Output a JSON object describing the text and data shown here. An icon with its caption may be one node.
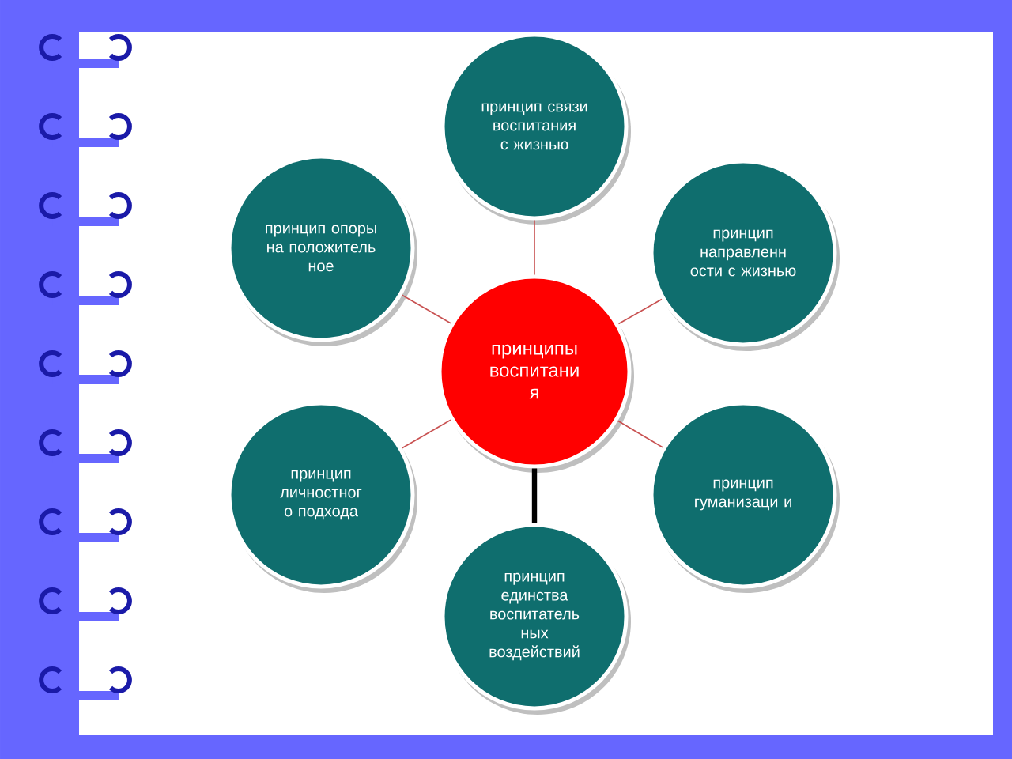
{
  "diagram": {
    "nodes": [
      {
        "text": [
          "принципы воспитани я"
        ]
      },
      {
        "text": [
          "принцип связи воспитания с жизнью"
        ]
      },
      {
        "text": [
          "принцип направленн ости с жизнью"
        ]
      },
      {
        "text": [
          "принцип гуманизаци и"
        ]
      },
      {
        "text": [
          "принцип единства воспитатель ных воздействий"
        ]
      },
      {
        "text": [
          "принцип личностног о подхода"
        ]
      },
      {
        "text": [
          "принцип опоры на положитель ное"
        ]
      }
    ],
    "edges": [
      {
        "from": 0,
        "to": 1,
        "arrow": "none"
      },
      {
        "from": 0,
        "to": 2,
        "arrow": "none"
      },
      {
        "from": 0,
        "to": 3,
        "arrow": "none"
      },
      {
        "from": 0,
        "to": 4,
        "arrow": "none",
        "style": "thick",
        "color": "#000000"
      },
      {
        "from": 0,
        "to": 5,
        "arrow": "none"
      },
      {
        "from": 0,
        "to": 6,
        "arrow": "none"
      }
    ]
  }
}
